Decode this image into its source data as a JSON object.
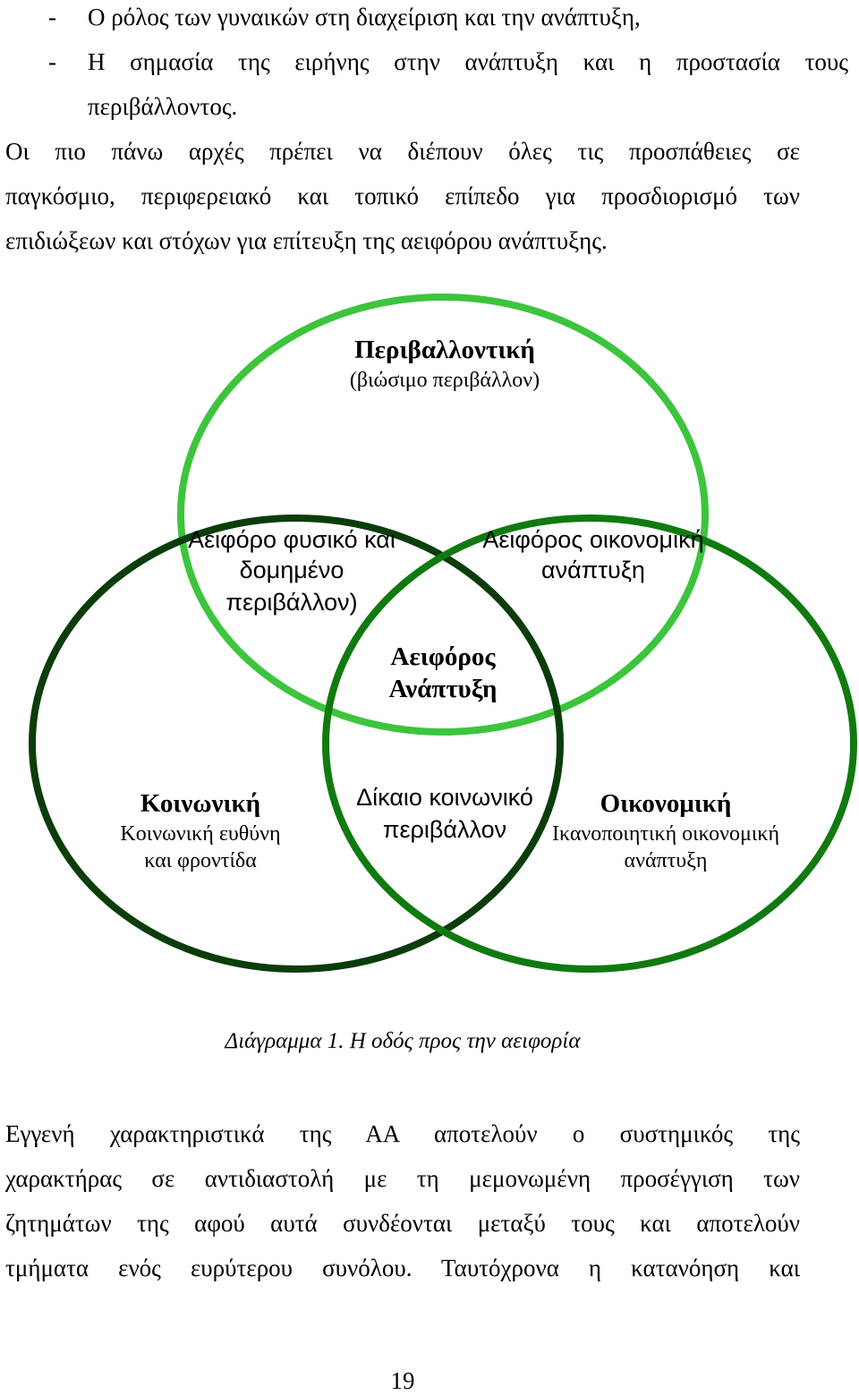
{
  "bullets": [
    {
      "dash": "-",
      "text": "Ο ρόλος των γυναικών στη διαχείριση και την ανάπτυξη,"
    },
    {
      "dash": "-",
      "text": "Η σημασία της ειρήνης στην ανάπτυξη και η προστασία τους",
      "continuation": "περιβάλλοντος."
    }
  ],
  "paragraph1": [
    "Οι πιο πάνω αρχές πρέπει να διέπουν όλες τις προσπάθειες σε",
    "παγκόσμιο, περιφερειακό και τοπικό επίπεδο για προσδιορισμό των",
    "επιδιώξεων και στόχων για επίτευξη της αειφόρου ανάπτυξης."
  ],
  "diagram": {
    "colors": {
      "environmental": "#3dc43d",
      "social": "#0a3d0a",
      "economic": "#107a10"
    },
    "environmental": {
      "title": "Περιβαλλοντική",
      "subtitle": "(βιώσιμο περιβάλλον)"
    },
    "overlap_env_social": [
      "Αειφόρο φυσικό και",
      "δομημένο",
      "περιβάλλον)"
    ],
    "overlap_env_economic": [
      "Αειφόρος οικονομική",
      "ανάπτυξη"
    ],
    "center": [
      "Αειφόρος",
      "Ανάπτυξη"
    ],
    "social": {
      "title": "Κοινωνική",
      "subtitle": [
        "Κοινωνική ευθύνη",
        "και φροντίδα"
      ]
    },
    "overlap_social_economic": [
      "Δίκαιο κοινωνικό",
      "περιβάλλον"
    ],
    "economic": {
      "title": "Οικονομική",
      "subtitle": [
        "Ικανοποιητική οικονομική",
        "ανάπτυξη"
      ]
    }
  },
  "caption": "Διάγραμμα 1. Η οδός προς την αειφορία",
  "paragraph2": [
    "Εγγενή χαρακτηριστικά της ΑΑ αποτελούν ο συστημικός της",
    "χαρακτήρας σε αντιδιαστολή με τη μεμονωμένη προσέγγιση των",
    "ζητημάτων της αφού αυτά συνδέονται μεταξύ τους και αποτελούν",
    "τμήματα ενός ευρύτερου συνόλου. Ταυτόχρονα η κατανόηση και"
  ],
  "page_number": "19"
}
